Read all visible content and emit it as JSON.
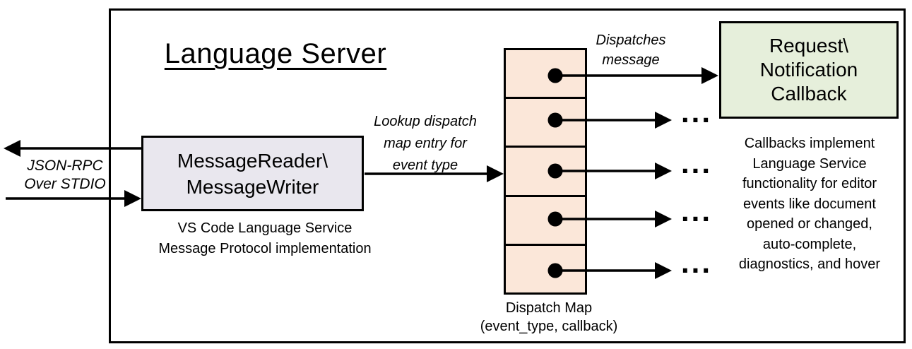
{
  "diagram": {
    "title": "Language Server",
    "io_label": "JSON-RPC\nOver STDIO",
    "message_box": {
      "label": "MessageReader\\\nMessageWriter",
      "caption": "VS Code Language Service\nMessage Protocol implementation"
    },
    "lookup_label": "Lookup dispatch\nmap entry for\nevent type",
    "dispatches_label": "Dispatches\nmessage",
    "dispatch_map": {
      "rows": 5,
      "caption": "Dispatch Map\n(event_type, callback)"
    },
    "callback_box": {
      "label": "Request\\\nNotification\nCallback"
    },
    "callbacks_note": "Callbacks implement\nLanguage Service\nfunctionality for editor\nevents like document\nopened or changed,\nauto-complete,\ndiagnostics, and hover",
    "ellipsis": "...",
    "colors": {
      "message_box_fill": "#E9E7EE",
      "dispatch_map_fill": "#FBE7D9",
      "callback_box_fill": "#E6EFDB",
      "stroke": "#000000",
      "background": "#FFFFFF"
    }
  }
}
